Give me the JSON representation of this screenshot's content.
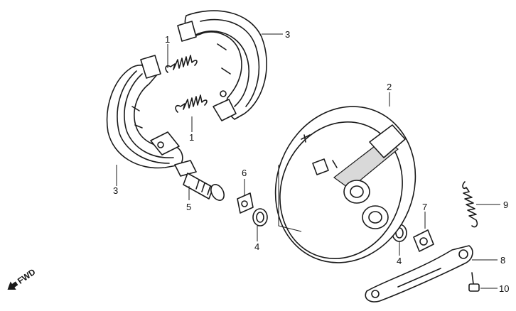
{
  "callouts": {
    "shoe_upper": "3",
    "shoe_lower": "3",
    "spring_upper": "1",
    "spring_lower": "1",
    "brake_panel": "2",
    "cam": "5",
    "wear_indicator": "6",
    "seal_left": "4",
    "seal_right": "4",
    "indicator_plate": "7",
    "brake_arm": "8",
    "return_spring": "9",
    "bolt": "10"
  },
  "direction_label": "FWD"
}
